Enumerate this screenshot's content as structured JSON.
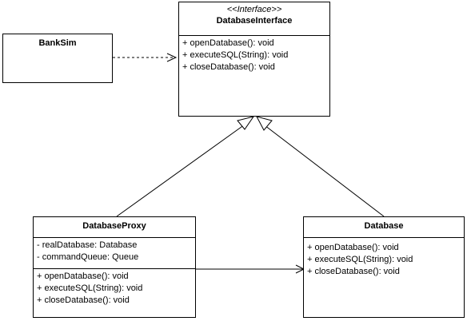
{
  "interface_box": {
    "stereotype": "<<Interface>>",
    "name": "DatabaseInterface",
    "operations": [
      "+ openDatabase(): void",
      "+ executeSQL(String): void",
      "+ closeDatabase(): void"
    ]
  },
  "banksim_box": {
    "name": "BankSim"
  },
  "proxy_box": {
    "name": "DatabaseProxy",
    "attributes": [
      "- realDatabase: Database",
      "- commandQueue: Queue"
    ],
    "operations": [
      "+ openDatabase(): void",
      "+ executeSQL(String): void",
      "+ closeDatabase(): void"
    ]
  },
  "database_box": {
    "name": "Database",
    "operations": [
      "+ openDatabase(): void",
      "+ executeSQL(String): void",
      "+ closeDatabase(): void"
    ]
  },
  "relations": [
    {
      "from": "BankSim",
      "to": "DatabaseInterface",
      "kind": "dependency"
    },
    {
      "from": "DatabaseProxy",
      "to": "DatabaseInterface",
      "kind": "realization"
    },
    {
      "from": "Database",
      "to": "DatabaseInterface",
      "kind": "realization"
    },
    {
      "from": "DatabaseProxy",
      "to": "Database",
      "kind": "association"
    }
  ]
}
